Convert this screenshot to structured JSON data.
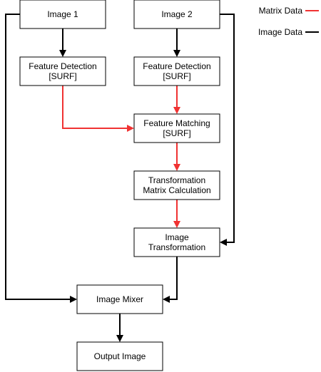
{
  "colors": {
    "matrix": "#f03232",
    "image": "#000000"
  },
  "legend": {
    "matrix_label": "Matrix Data",
    "image_label": "Image Data"
  },
  "nodes": {
    "image1": {
      "lines": [
        "Image 1"
      ]
    },
    "image2": {
      "lines": [
        "Image 2"
      ]
    },
    "fd1": {
      "lines": [
        "Feature Detection",
        "[SURF]"
      ]
    },
    "fd2": {
      "lines": [
        "Feature Detection",
        "[SURF]"
      ]
    },
    "fm": {
      "lines": [
        "Feature Matching",
        "[SURF]"
      ]
    },
    "tmc": {
      "lines": [
        "Transformation",
        "Matrix Calculation"
      ]
    },
    "it": {
      "lines": [
        "Image",
        "Transformation"
      ]
    },
    "mixer": {
      "lines": [
        "Image Mixer"
      ]
    },
    "output": {
      "lines": [
        "Output Image"
      ]
    }
  },
  "edges": [
    {
      "from": "image1",
      "to": "fd1",
      "kind": "image"
    },
    {
      "from": "image2",
      "to": "fd2",
      "kind": "image"
    },
    {
      "from": "fd1",
      "to": "fm",
      "kind": "matrix"
    },
    {
      "from": "fd2",
      "to": "fm",
      "kind": "matrix"
    },
    {
      "from": "fm",
      "to": "tmc",
      "kind": "matrix"
    },
    {
      "from": "tmc",
      "to": "it",
      "kind": "matrix"
    },
    {
      "from": "image2",
      "to": "it",
      "kind": "image"
    },
    {
      "from": "image1",
      "to": "mixer",
      "kind": "image"
    },
    {
      "from": "it",
      "to": "mixer",
      "kind": "image"
    },
    {
      "from": "mixer",
      "to": "output",
      "kind": "image"
    }
  ]
}
